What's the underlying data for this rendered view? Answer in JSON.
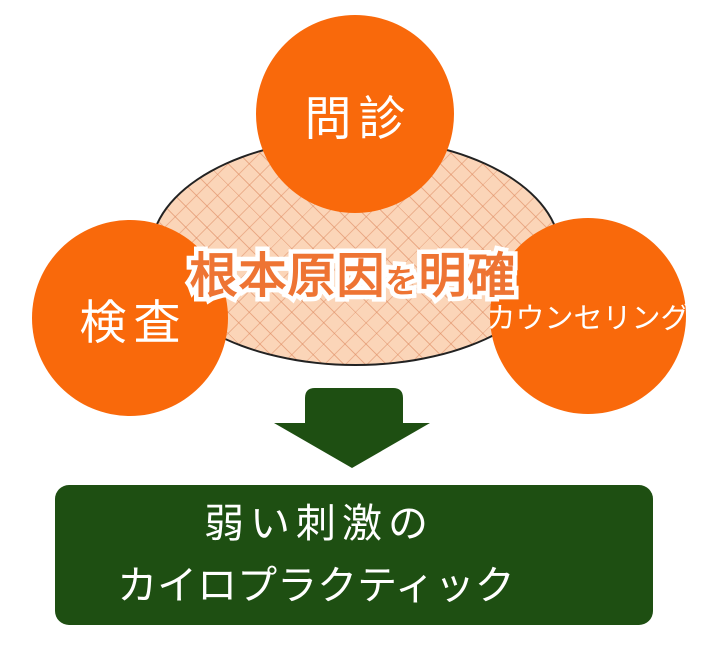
{
  "diagram": {
    "circles": {
      "top": {
        "label": "問診"
      },
      "left": {
        "label": "検査"
      },
      "right": {
        "label": "カウンセリング"
      }
    },
    "center_caption": {
      "part1": "根本原因",
      "particle": "を",
      "part2": "明確"
    },
    "result_box": {
      "line1": "弱い刺激の",
      "line2": "カイロプラクティック"
    }
  },
  "colors": {
    "circle_orange": "#f9690b",
    "caption_orange": "#ee7433",
    "caption_outline": "#ffffff",
    "ellipse_fill": "#fbd5b8",
    "ellipse_pattern_line": "#dc885e",
    "ellipse_border": "#222222",
    "arrow_green": "#1e4f12",
    "box_green": "#1e4f12",
    "label_white": "#ffffff"
  }
}
